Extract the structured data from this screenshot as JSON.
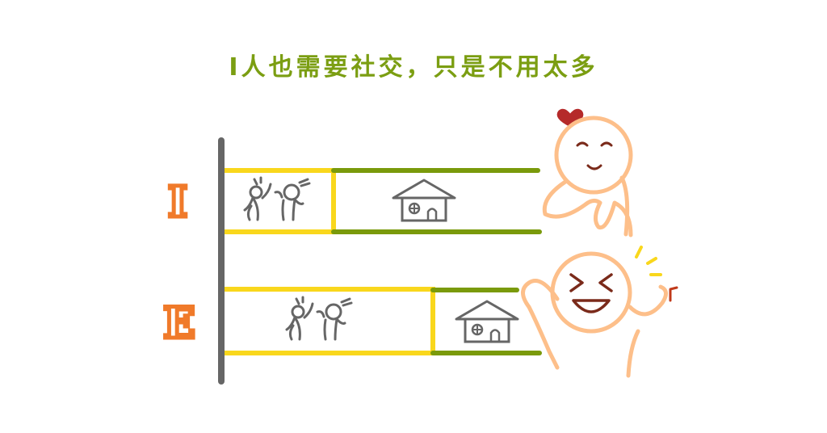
{
  "title": "I人也需要社交，只是不用太多",
  "rows": [
    {
      "label": "I",
      "social_fraction": 0.35
    },
    {
      "label": "E",
      "social_fraction": 0.66
    }
  ],
  "colors": {
    "title": "#7b9e12",
    "label": "#f07a2a",
    "social_box": "#f9d71c",
    "home_lines": "#7a9a0b",
    "axis": "#666666",
    "character": "#fdbf8a",
    "heart": "#b52a2a"
  }
}
